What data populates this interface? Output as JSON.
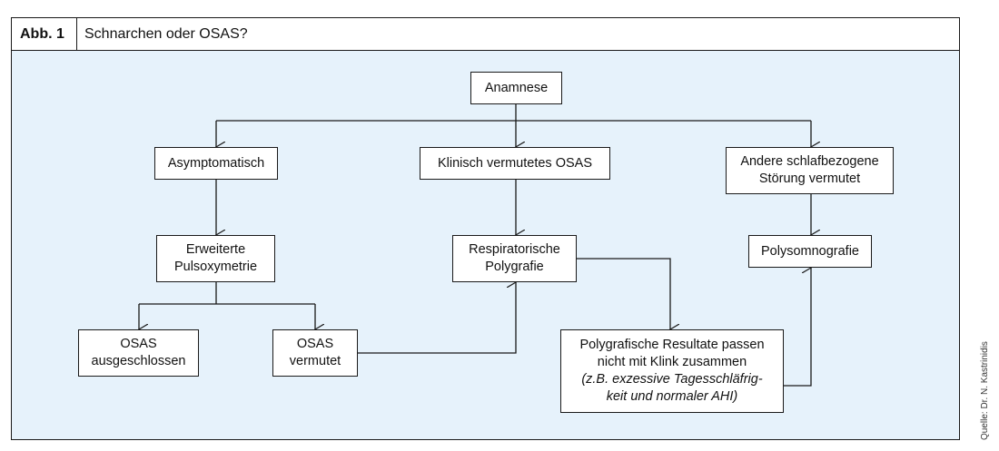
{
  "figure": {
    "number": "Abb. 1",
    "title": "Schnarchen oder OSAS?"
  },
  "source_note": "Quelle: Dr. N. Kastrinidis",
  "nodes": {
    "anamnese": {
      "lines": [
        "Anamnese"
      ]
    },
    "asymptomatisch": {
      "lines": [
        "Asymptomatisch"
      ]
    },
    "klinisch_osas": {
      "lines": [
        "Klinisch vermutetes OSAS"
      ]
    },
    "andere_stoerung": {
      "lines": [
        "Andere schlafbezogene",
        "Störung vermutet"
      ]
    },
    "erweiterte_pulsoxymetrie": {
      "lines": [
        "Erweiterte",
        "Pulsoxymetrie"
      ]
    },
    "respiratorische_polygrafie": {
      "lines": [
        "Respiratorische",
        "Polygrafie"
      ]
    },
    "polysomnografie": {
      "lines": [
        "Polysomnografie"
      ]
    },
    "osas_ausgeschlossen": {
      "lines": [
        "OSAS",
        "ausgeschlossen"
      ]
    },
    "osas_vermutet": {
      "lines": [
        "OSAS",
        "vermutet"
      ]
    },
    "polygrafische_resultate": {
      "lines": [
        "Polygrafische Resultate passen",
        "nicht mit Klink zusammen"
      ],
      "italic_lines": [
        "(z.B. exzessive Tagesschläfrig-",
        "keit und normaler AHI)"
      ]
    }
  },
  "colors": {
    "canvas_background": "#e6f2fb",
    "line": "#1a1a1a",
    "box_background": "#ffffff"
  }
}
